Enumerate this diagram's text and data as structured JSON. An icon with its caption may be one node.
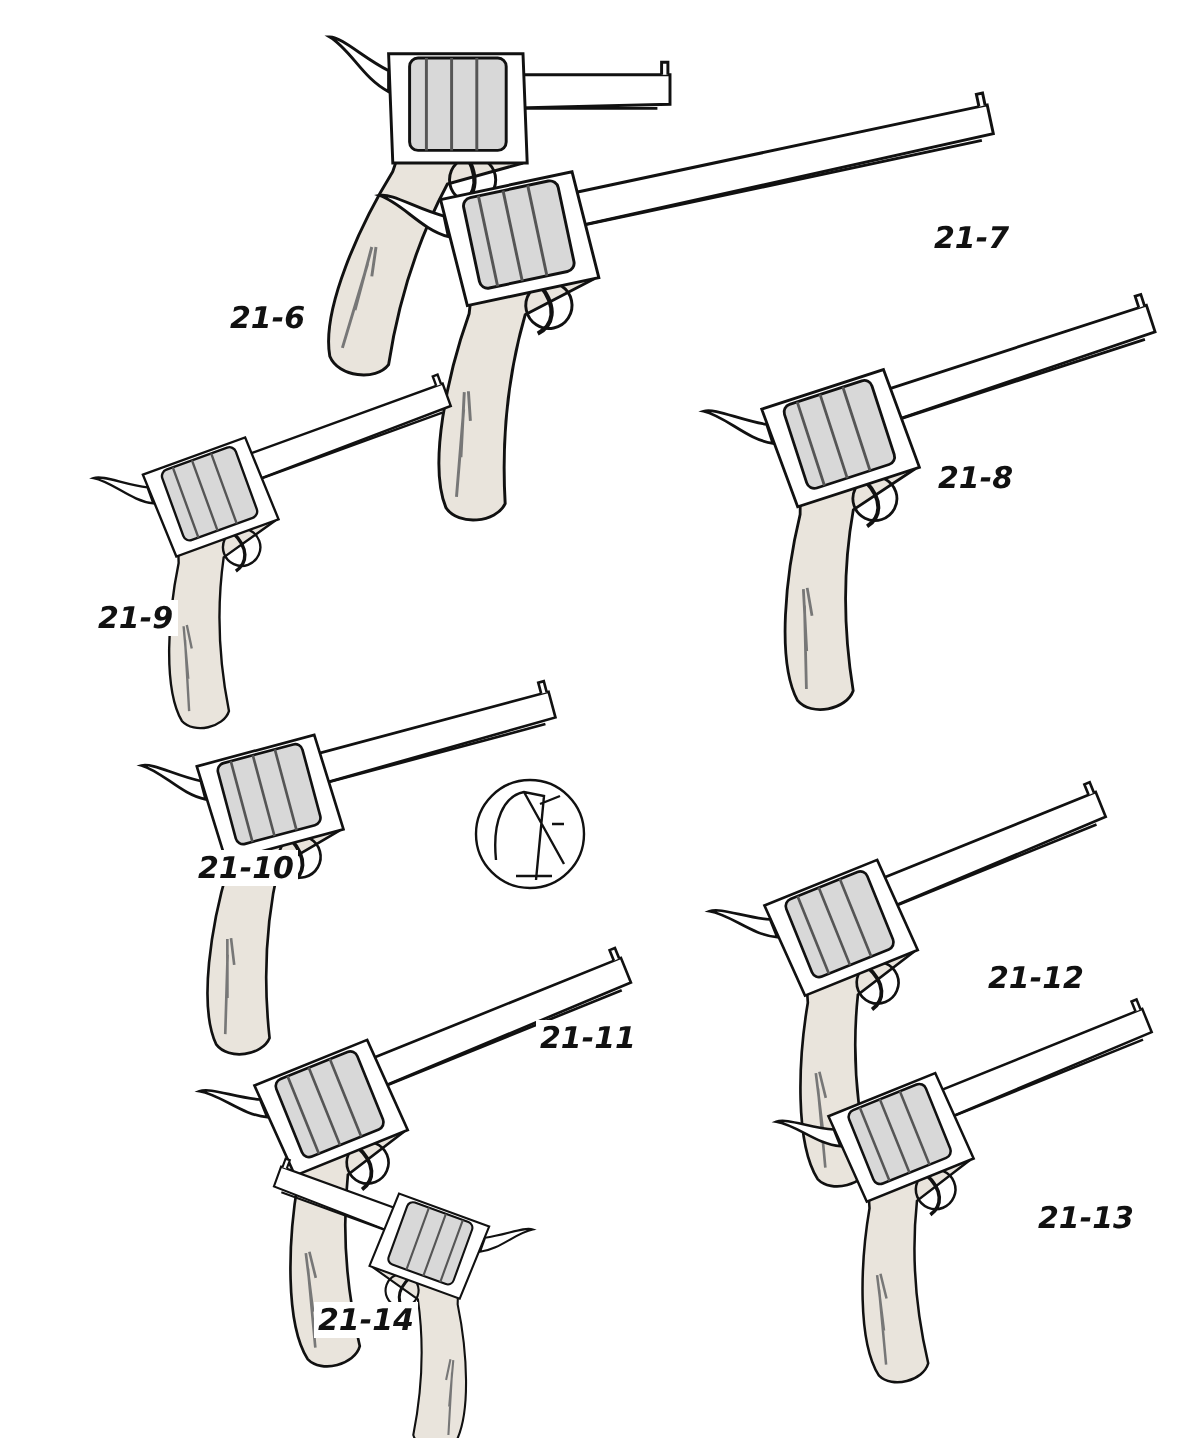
{
  "diagram": {
    "labels": [
      "21-6",
      "21-7",
      "21-8",
      "21-9",
      "21-10",
      "21-11",
      "21-12",
      "21-13",
      "21-14"
    ]
  }
}
